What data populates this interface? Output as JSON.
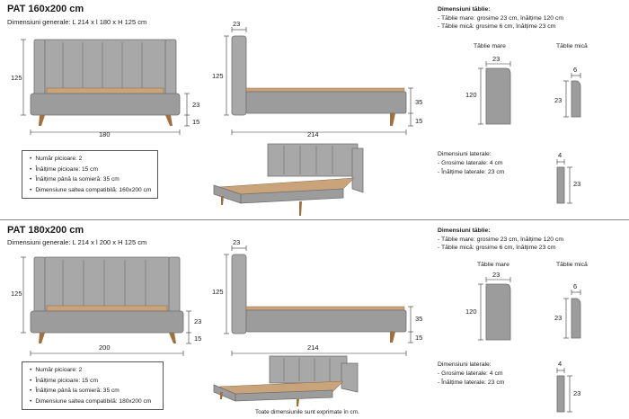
{
  "sections": [
    {
      "title": "PAT 160x200 cm",
      "general": "Dimensiuni generale: L 214 x l 180 x H 125 cm",
      "front": {
        "height": "125",
        "width": "180",
        "frame": "23",
        "legs": "15"
      },
      "side": {
        "headboard": "23",
        "height": "125",
        "length": "214",
        "base": "35",
        "legs": "15"
      },
      "specs": [
        "Număr picioare: 2",
        "Înălțime picioare: 15 cm",
        "Înălțime până la somieră: 35 cm",
        "Dimensiune saltea compatibilă: 160x200 cm"
      ],
      "tablie": {
        "title": "Dimensiuni tăblie:",
        "lines": [
          "- Tăblie mare: grosime 23 cm, înălțime 120 cm",
          "- Tăblie mică: grosime 6 cm, înălțime 23 cm"
        ],
        "mare_label": "Tăblie mare",
        "mica_label": "Tăblie mică",
        "mare_w": "23",
        "mare_h": "120",
        "mica_w": "6",
        "mica_h": "23"
      },
      "laterale": {
        "title": "Dimensiuni laterale:",
        "lines": [
          "- Grosime laterale: 4 cm",
          "- Înălțime laterale: 23 cm"
        ],
        "w": "4",
        "h": "23"
      }
    },
    {
      "title": "PAT 180x200 cm",
      "general": "Dimensiuni generale: L 214 x l 200 x H 125 cm",
      "front": {
        "height": "125",
        "width": "200",
        "frame": "23",
        "legs": "15"
      },
      "side": {
        "headboard": "23",
        "height": "125",
        "length": "214",
        "base": "35",
        "legs": "15"
      },
      "specs": [
        "Număr picioare: 2",
        "Înălțime picioare: 15 cm",
        "Înălțime până la somieră: 35 cm",
        "Dimensiune saltea compatibilă: 180x200 cm"
      ],
      "tablie": {
        "title": "Dimensiuni tăblie:",
        "lines": [
          "- Tăblie mare: grosime 23 cm, înălțime 120 cm",
          "- Tăblie mică: grosime 6 cm, înălțime 23 cm"
        ],
        "mare_label": "Tăblie mare",
        "mica_label": "Tăblie mică",
        "mare_w": "23",
        "mare_h": "120",
        "mica_w": "6",
        "mica_h": "23"
      },
      "laterale": {
        "title": "Dimensiuni laterale:",
        "lines": [
          "- Grosime laterale: 4 cm",
          "- Înălțime laterale: 23 cm"
        ],
        "w": "4",
        "h": "23"
      }
    }
  ],
  "footer": "Toate dimensiunile sunt exprimate în cm."
}
